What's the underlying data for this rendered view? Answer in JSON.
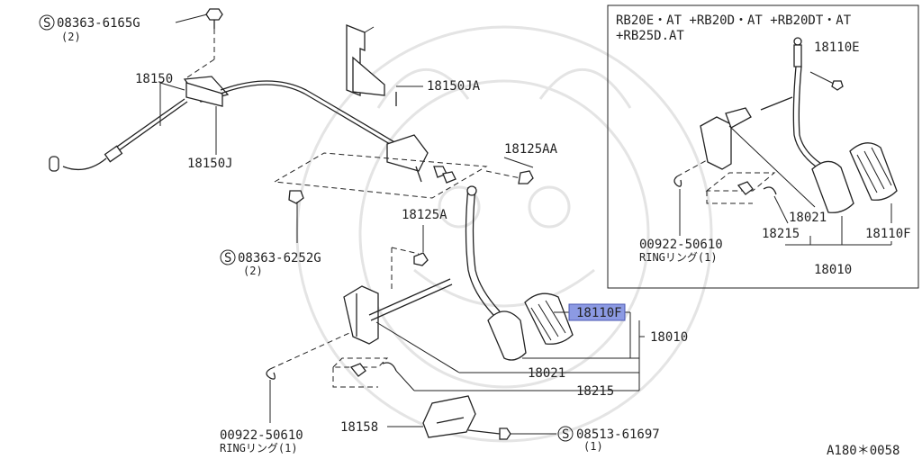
{
  "parts": {
    "bolt_top": {
      "prefix": "S",
      "number": "08363-6165G",
      "qty": "(2)"
    },
    "cable": "18150",
    "bracket_ja": "18150JA",
    "clamp_j": "18150J",
    "bolt_mid": {
      "prefix": "S",
      "number": "08363-6252G",
      "qty": "(2)"
    },
    "bolt_aa": "18125AA",
    "bolt_a": "18125A",
    "pad_f": "18110F",
    "pedal_assy": "18010",
    "spring_021": "18021",
    "bushing_215": "18215",
    "ring": {
      "number": "00922-50610",
      "name": "RINGリング(1)"
    },
    "stopper": "18158",
    "screw_bottom": {
      "prefix": "S",
      "number": "08513-61697",
      "qty": "(1)"
    }
  },
  "inset": {
    "models_line1": "RB20E・AT +RB20D・AT +RB20DT・AT",
    "models_line2": "+RB25D.AT",
    "bolt_e": "18110E",
    "spring_021": "18021",
    "bushing_215": "18215",
    "pad_f": "18110F",
    "pedal_assy": "18010",
    "ring_number": "00922-50610",
    "ring_name": "RINGリング(1)"
  },
  "diagram_code": "A180＊0058"
}
